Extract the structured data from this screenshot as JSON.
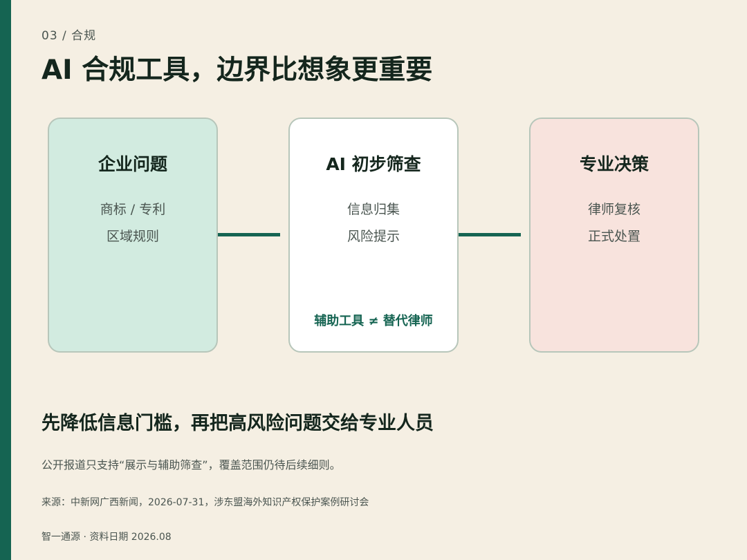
{
  "section_label": "03 / 合规",
  "title": "AI 合规工具，边界比想象更重要",
  "cards": [
    {
      "title": "企业问题",
      "lines": [
        "商标 / 专利",
        "区域规则"
      ]
    },
    {
      "title": "AI 初步筛查",
      "lines": [
        "信息归集",
        "风险提示"
      ],
      "note": "辅助工具 ≠ 替代律师"
    },
    {
      "title": "专业决策",
      "lines": [
        "律师复核",
        "正式处置"
      ]
    }
  ],
  "headline": "先降低信息门槛，再把高风险问题交给专业人员",
  "body": "公开报道只支持“展示与辅助筛查”，覆盖范围仍待后续细则。",
  "source": "来源：中新网广西新闻，2026-07-31，涉东盟海外知识产权保护案例研讨会",
  "footer": "智一通源 · 资料日期 2026.08",
  "colors": {
    "accent": "#156452",
    "background": "#F5EFE3",
    "card_issue": "#D2EBE0",
    "card_ai": "#FFFFFF",
    "card_decision": "#F8E3DD"
  }
}
